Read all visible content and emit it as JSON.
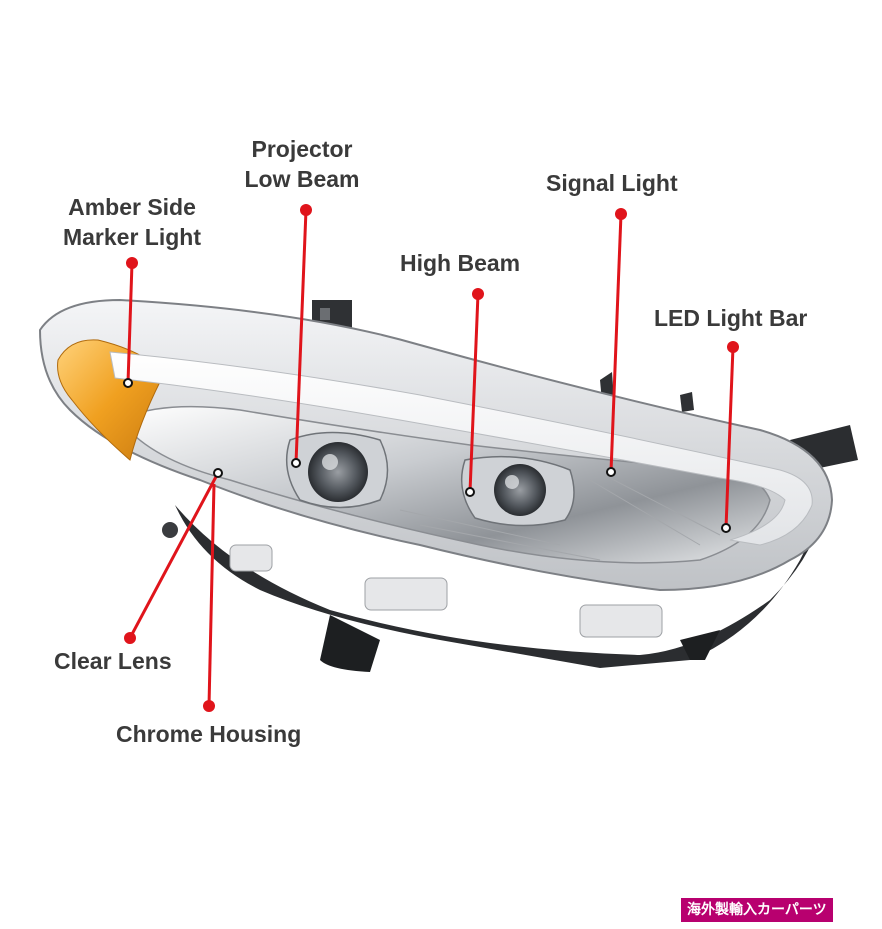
{
  "callouts": {
    "projector_low_beam": [
      "Projector",
      "Low Beam"
    ],
    "amber_side_marker": [
      "Amber Side",
      "Marker Light"
    ],
    "signal_light": "Signal Light",
    "high_beam": "High Beam",
    "led_light_bar": "LED Light Bar",
    "clear_lens": "Clear Lens",
    "chrome_housing": "Chrome Housing"
  },
  "watermark": "海外製輸入カーパーツ",
  "colors": {
    "leader": "#e0141b",
    "label_text": "#3a3a3a",
    "amber": "#f0a020",
    "badge": "#b8006f"
  }
}
